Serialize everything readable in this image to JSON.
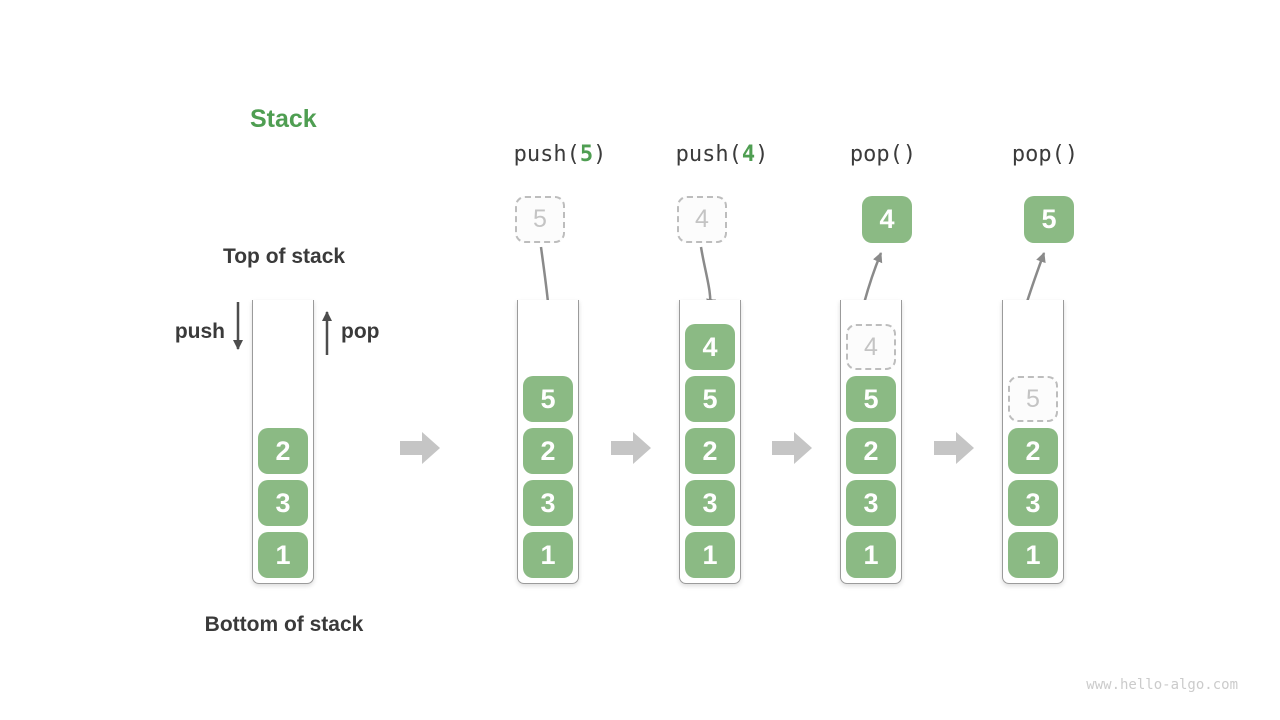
{
  "page": {
    "watermark": "www.hello-algo.com"
  },
  "colors": {
    "element_green": "#8bba84",
    "accent_green": "#4f9e52",
    "text_dark": "#3a3a3a",
    "dashed_gray": "#bdbdbd",
    "arrow_gray": "#8a8a8a",
    "block_arrow_gray": "#c5c5c5",
    "container_border": "#9b9b9b"
  },
  "diagram": {
    "title": "Stack",
    "top_label": "Top of stack",
    "bottom_label": "Bottom of stack",
    "push_label": "push",
    "pop_label": "pop",
    "columns": [
      {
        "name": "initial-stack",
        "items": [
          "2",
          "3",
          "1"
        ]
      },
      {
        "name": "after-push-5",
        "op_prefix": "push(",
        "op_arg": "5",
        "op_suffix": ")",
        "above": {
          "type": "dashed",
          "value": "5"
        },
        "items": [
          "5",
          "2",
          "3",
          "1"
        ]
      },
      {
        "name": "after-push-4",
        "op_prefix": "push(",
        "op_arg": "4",
        "op_suffix": ")",
        "above": {
          "type": "dashed",
          "value": "4"
        },
        "items": [
          "4",
          "5",
          "2",
          "3",
          "1"
        ]
      },
      {
        "name": "after-pop-1",
        "op_prefix": "pop()",
        "op_arg": "",
        "op_suffix": "",
        "above": {
          "type": "green",
          "value": "4"
        },
        "slot": "4",
        "items": [
          "5",
          "2",
          "3",
          "1"
        ]
      },
      {
        "name": "after-pop-2",
        "op_prefix": "pop()",
        "op_arg": "",
        "op_suffix": "",
        "above": {
          "type": "green",
          "value": "5"
        },
        "slot": "5",
        "items": [
          "2",
          "3",
          "1"
        ]
      }
    ]
  }
}
